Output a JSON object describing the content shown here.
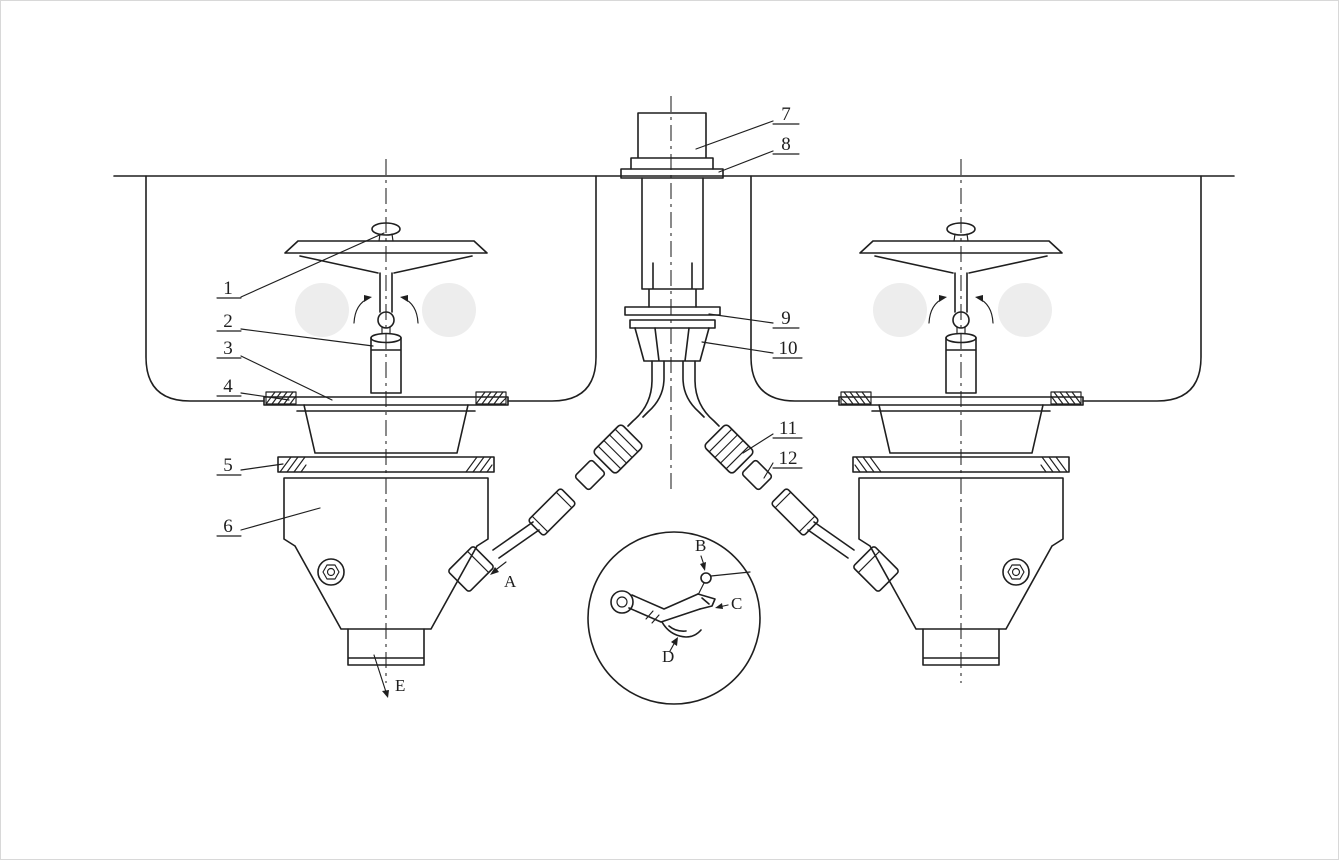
{
  "colors": {
    "background": "#ffffff",
    "ink": "#1f1f1f",
    "watermark": "#ededed",
    "border": "#d8d8d8"
  },
  "diagram": {
    "callouts": [
      {
        "id": "c1",
        "label": "1"
      },
      {
        "id": "c2",
        "label": "2"
      },
      {
        "id": "c3",
        "label": "3"
      },
      {
        "id": "c4",
        "label": "4"
      },
      {
        "id": "c5",
        "label": "5"
      },
      {
        "id": "c6",
        "label": "6"
      },
      {
        "id": "c7",
        "label": "7"
      },
      {
        "id": "c8",
        "label": "8"
      },
      {
        "id": "c9",
        "label": "9"
      },
      {
        "id": "c10",
        "label": "10"
      },
      {
        "id": "c11",
        "label": "11"
      },
      {
        "id": "c12",
        "label": "12"
      }
    ],
    "letters": [
      {
        "id": "A",
        "label": "A"
      },
      {
        "id": "B",
        "label": "B"
      },
      {
        "id": "C",
        "label": "C"
      },
      {
        "id": "D",
        "label": "D"
      },
      {
        "id": "E",
        "label": "E"
      }
    ]
  }
}
